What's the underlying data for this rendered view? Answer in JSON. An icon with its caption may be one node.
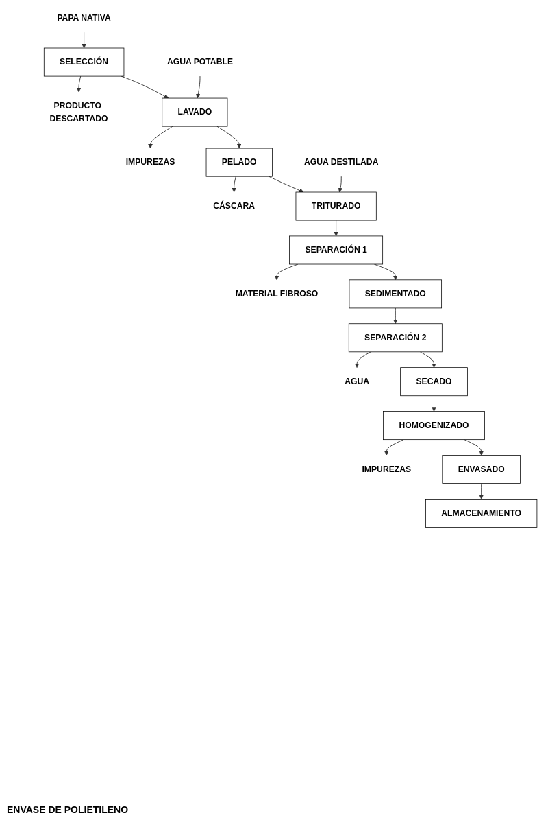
{
  "diagram": {
    "nodes": [
      {
        "text": [
          "PAPA NATIVA"
        ]
      },
      {
        "text": [
          "SELECCIÓN"
        ]
      },
      {
        "text": [
          "PRODUCTO DESCARTADO"
        ]
      },
      {
        "text": [
          "AGUA POTABLE"
        ]
      },
      {
        "text": [
          "LAVADO"
        ]
      },
      {
        "text": [
          "IMPUREZAS"
        ]
      },
      {
        "text": [
          "PELADO"
        ]
      },
      {
        "text": [
          "CÁSCARA"
        ]
      },
      {
        "text": [
          "AGUA DESTILADA"
        ]
      },
      {
        "text": [
          "TRITURADO"
        ]
      },
      {
        "text": [
          "SEPARACIÓN 1"
        ]
      },
      {
        "text": [
          "MATERIAL FIBROSO"
        ]
      },
      {
        "text": [
          "SEDIMENTADO"
        ]
      },
      {
        "text": [
          "SEPARACIÓN 2"
        ]
      },
      {
        "text": [
          "AGUA"
        ]
      },
      {
        "text": [
          "SECADO"
        ]
      },
      {
        "text": [
          "HOMOGENIZADO"
        ]
      },
      {
        "text": [
          "IMPUREZAS"
        ]
      },
      {
        "text": [
          "ENVASADO"
        ]
      },
      {
        "text": [
          "ALMACENAMIENTO"
        ]
      }
    ],
    "edges": [
      {
        "from": 0,
        "to": 1,
        "arrow": "to"
      },
      {
        "from": 1,
        "to": 2,
        "arrow": "to"
      },
      {
        "from": 1,
        "to": 4,
        "arrow": "to"
      },
      {
        "from": 3,
        "to": 4,
        "arrow": "to"
      },
      {
        "from": 4,
        "to": 5,
        "arrow": "to"
      },
      {
        "from": 4,
        "to": 6,
        "arrow": "to"
      },
      {
        "from": 6,
        "to": 7,
        "arrow": "to"
      },
      {
        "from": 6,
        "to": 9,
        "arrow": "to"
      },
      {
        "from": 8,
        "to": 9,
        "arrow": "to"
      },
      {
        "from": 9,
        "to": 10,
        "arrow": "to"
      },
      {
        "from": 10,
        "to": 11,
        "arrow": "to"
      },
      {
        "from": 10,
        "to": 12,
        "arrow": "to"
      },
      {
        "from": 12,
        "to": 13,
        "arrow": "to"
      },
      {
        "from": 13,
        "to": 14,
        "arrow": "to"
      },
      {
        "from": 13,
        "to": 15,
        "arrow": "to"
      },
      {
        "from": 15,
        "to": 16,
        "arrow": "to"
      },
      {
        "from": 16,
        "to": 17,
        "arrow": "to"
      },
      {
        "from": 16,
        "to": 18,
        "arrow": "to"
      },
      {
        "from": 18,
        "to": 19,
        "arrow": "to"
      }
    ],
    "labels": [
      "ENVASE DE POLIETILENO"
    ]
  }
}
